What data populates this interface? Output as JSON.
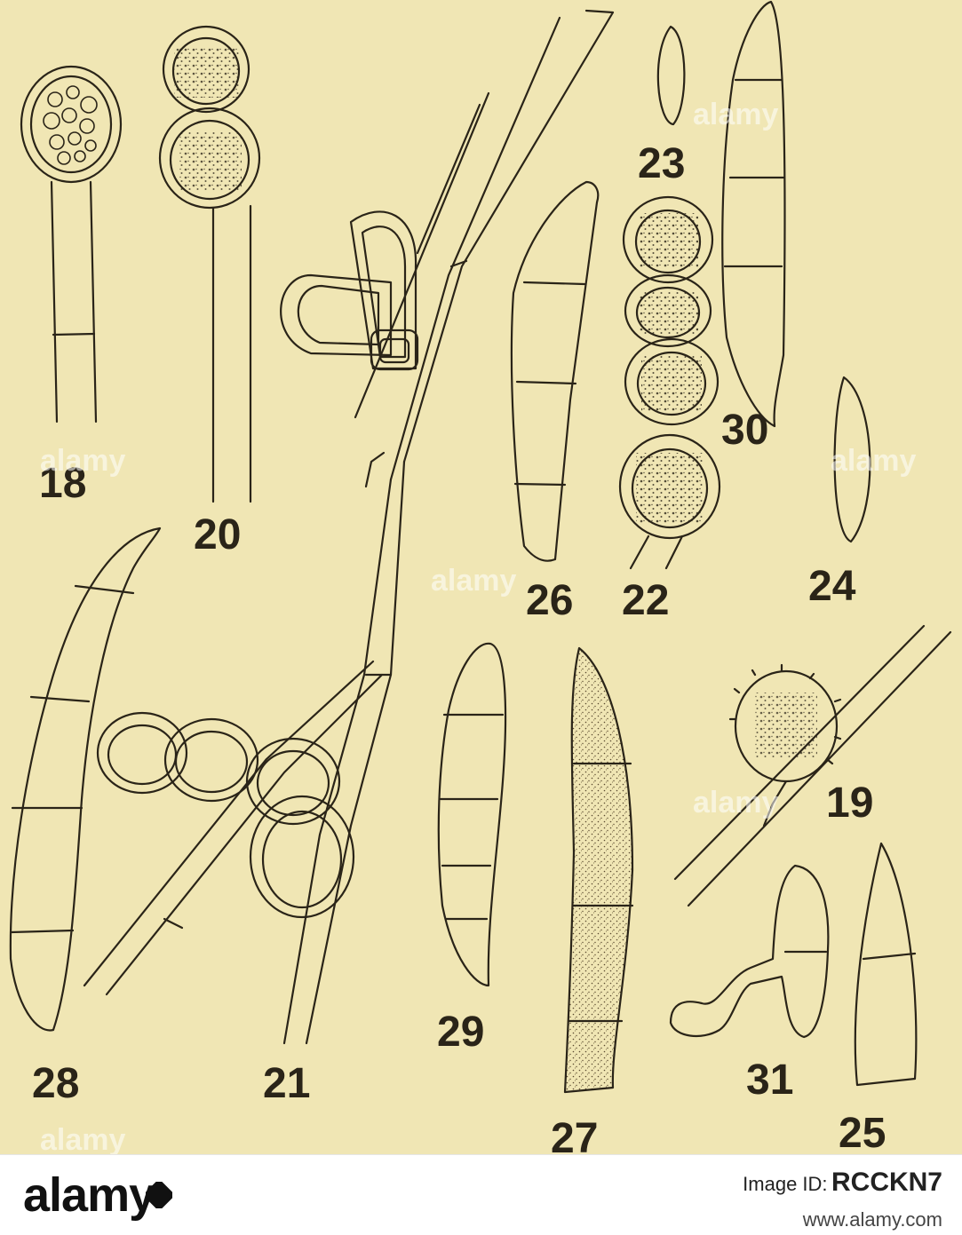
{
  "plate": {
    "background_color": "#f0e6b4",
    "ink_color": "#2a2418",
    "figure_numbers": {
      "fig18": "18",
      "fig19": "19",
      "fig20": "20",
      "fig21": "21",
      "fig22": "22",
      "fig23": "23",
      "fig24": "24",
      "fig25": "25",
      "fig26": "26",
      "fig27": "27",
      "fig28": "28",
      "fig29": "29",
      "fig30": "30",
      "fig31": "31"
    },
    "watermark_text": "alamy"
  },
  "footer": {
    "logo_text": "alamy",
    "image_id_label": "Image ID:",
    "image_id": "RCCKN7",
    "site": "www.alamy.com"
  }
}
